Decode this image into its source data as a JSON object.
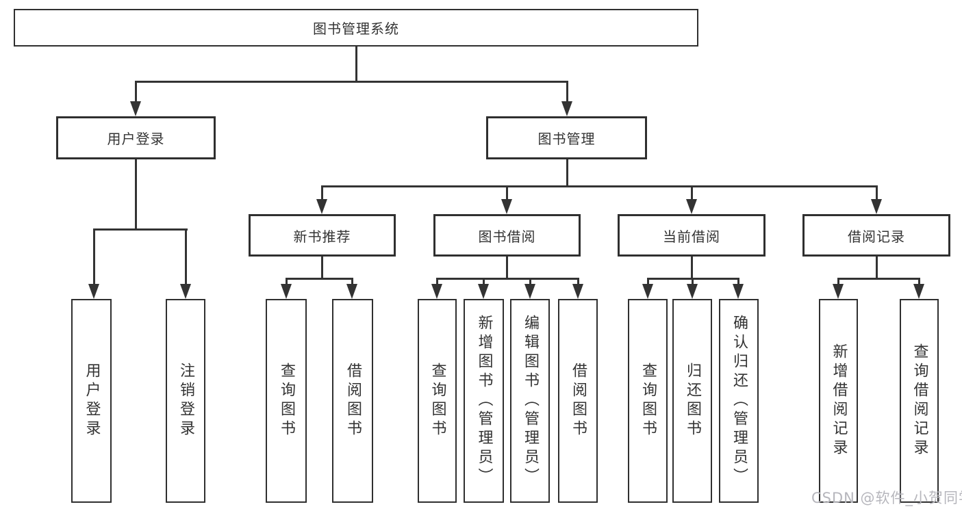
{
  "diagram": {
    "title_node": {
      "label": "图书管理系统"
    },
    "level2": [
      {
        "label": "用户登录"
      },
      {
        "label": "图书管理"
      }
    ],
    "level3": [
      {
        "label": "新书推荐"
      },
      {
        "label": "图书借阅"
      },
      {
        "label": "当前借阅"
      },
      {
        "label": "借阅记录"
      }
    ],
    "leaves": {
      "user_login": [
        {
          "label": "用户登录"
        },
        {
          "label": "注销登录"
        }
      ],
      "new_book_recommend": [
        {
          "label": "查询图书"
        },
        {
          "label": "借阅图书"
        }
      ],
      "book_borrow": [
        {
          "label": "查询图书"
        },
        {
          "label": "新增图书（管理员）"
        },
        {
          "label": "编辑图书（管理员）"
        },
        {
          "label": "借阅图书"
        }
      ],
      "current_borrow": [
        {
          "label": "查询图书"
        },
        {
          "label": "归还图书"
        },
        {
          "label": "确认归还（管理员）"
        }
      ],
      "borrow_records": [
        {
          "label": "新增借阅记录"
        },
        {
          "label": "查询借阅记录"
        }
      ]
    },
    "colors": {
      "line": "#333333",
      "text": "#333333",
      "background": "#ffffff",
      "watermark": "#b6b6bc"
    }
  },
  "watermark": {
    "text": "CSDN @软件_小贺同学"
  }
}
